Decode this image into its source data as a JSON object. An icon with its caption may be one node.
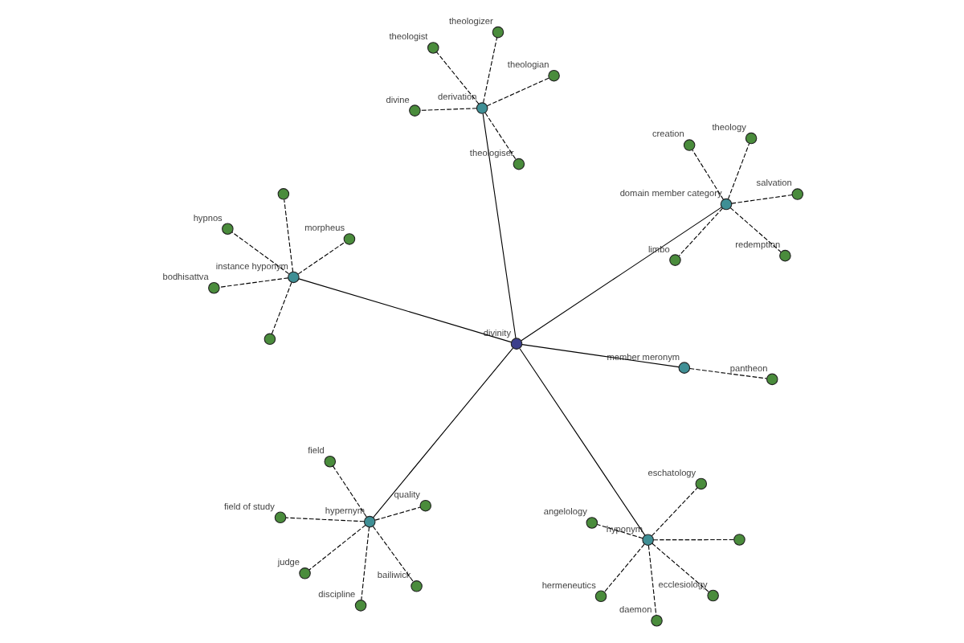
{
  "diagram": {
    "nodes": [
      {
        "text": [
          "divinity"
        ]
      },
      {
        "text": [
          "hyponym"
        ]
      },
      {
        "text": [
          "member meronym"
        ]
      },
      {
        "text": [
          "instance hyponym"
        ]
      },
      {
        "text": [
          "domain member category"
        ]
      },
      {
        "text": [
          "derivation"
        ]
      },
      {
        "text": [
          "hypernym"
        ]
      },
      {
        "text": [],
        "shape": "circle"
      },
      {
        "text": [
          "hermeneutics"
        ]
      },
      {
        "text": [
          "ecclesiology"
        ]
      },
      {
        "text": [
          "daemon"
        ]
      },
      {
        "text": [
          "angelology"
        ]
      },
      {
        "text": [
          "eschatology"
        ]
      },
      {
        "text": [
          "pantheon"
        ]
      },
      {
        "text": [],
        "shape": "circle"
      },
      {
        "text": [],
        "shape": "circle"
      },
      {
        "text": [
          "morpheus"
        ]
      },
      {
        "text": [
          "hypnos"
        ]
      },
      {
        "text": [
          "bodhisattva"
        ]
      },
      {
        "text": [
          "creation"
        ]
      },
      {
        "text": [
          "theology"
        ]
      },
      {
        "text": [
          "limbo"
        ]
      },
      {
        "text": [
          "salvation"
        ]
      },
      {
        "text": [
          "redemption"
        ]
      },
      {
        "text": [
          "theologist"
        ]
      },
      {
        "text": [
          "theologiser"
        ]
      },
      {
        "text": [
          "theologian"
        ]
      },
      {
        "text": [
          "theologizer"
        ]
      },
      {
        "text": [
          "divine"
        ]
      },
      {
        "text": [
          "bailiwick"
        ]
      },
      {
        "text": [
          "field"
        ]
      },
      {
        "text": [
          "discipline"
        ]
      },
      {
        "text": [
          "judge"
        ]
      },
      {
        "text": [
          "field of study"
        ]
      },
      {
        "text": [
          "quality"
        ]
      }
    ],
    "edges": [
      {
        "from": 0,
        "to": 1,
        "arrow": "none"
      },
      {
        "from": 0,
        "to": 2,
        "arrow": "none"
      },
      {
        "from": 0,
        "to": 3,
        "arrow": "none"
      },
      {
        "from": 0,
        "to": 4,
        "arrow": "none"
      },
      {
        "from": 0,
        "to": 5,
        "arrow": "none"
      },
      {
        "from": 0,
        "to": 6,
        "arrow": "none"
      },
      {
        "from": 1,
        "to": 7,
        "arrow": "none",
        "style": "dashed"
      },
      {
        "from": 1,
        "to": 8,
        "arrow": "none",
        "style": "dashed"
      },
      {
        "from": 1,
        "to": 9,
        "arrow": "none",
        "style": "dashed"
      },
      {
        "from": 1,
        "to": 10,
        "arrow": "none",
        "style": "dashed"
      },
      {
        "from": 1,
        "to": 11,
        "arrow": "none",
        "style": "dashed"
      },
      {
        "from": 1,
        "to": 12,
        "arrow": "none",
        "style": "dashed"
      },
      {
        "from": 2,
        "to": 13,
        "arrow": "none",
        "style": "dashed"
      },
      {
        "from": 3,
        "to": 14,
        "arrow": "none",
        "style": "dashed"
      },
      {
        "from": 3,
        "to": 15,
        "arrow": "none",
        "style": "dashed"
      },
      {
        "from": 3,
        "to": 16,
        "arrow": "none",
        "style": "dashed"
      },
      {
        "from": 3,
        "to": 17,
        "arrow": "none",
        "style": "dashed"
      },
      {
        "from": 3,
        "to": 18,
        "arrow": "none",
        "style": "dashed"
      },
      {
        "from": 4,
        "to": 19,
        "arrow": "none",
        "style": "dashed"
      },
      {
        "from": 4,
        "to": 20,
        "arrow": "none",
        "style": "dashed"
      },
      {
        "from": 4,
        "to": 21,
        "arrow": "none",
        "style": "dashed"
      },
      {
        "from": 4,
        "to": 22,
        "arrow": "none",
        "style": "dashed"
      },
      {
        "from": 4,
        "to": 23,
        "arrow": "none",
        "style": "dashed"
      },
      {
        "from": 5,
        "to": 24,
        "arrow": "none",
        "style": "dashed"
      },
      {
        "from": 5,
        "to": 25,
        "arrow": "none",
        "style": "dashed"
      },
      {
        "from": 5,
        "to": 26,
        "arrow": "none",
        "style": "dashed"
      },
      {
        "from": 5,
        "to": 27,
        "arrow": "none",
        "style": "dashed"
      },
      {
        "from": 5,
        "to": 28,
        "arrow": "none",
        "style": "dashed"
      },
      {
        "from": 6,
        "to": 29,
        "arrow": "none",
        "style": "dashed"
      },
      {
        "from": 6,
        "to": 30,
        "arrow": "none",
        "style": "dashed"
      },
      {
        "from": 6,
        "to": 31,
        "arrow": "none",
        "style": "dashed"
      },
      {
        "from": 6,
        "to": 32,
        "arrow": "none",
        "style": "dashed"
      },
      {
        "from": 6,
        "to": 33,
        "arrow": "none",
        "style": "dashed"
      },
      {
        "from": 6,
        "to": 34,
        "arrow": "none",
        "style": "dashed"
      }
    ]
  }
}
